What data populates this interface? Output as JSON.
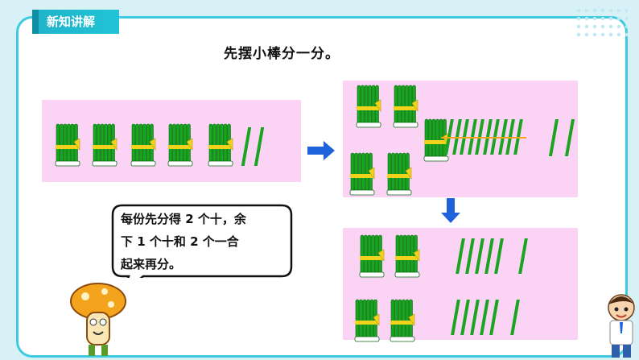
{
  "header": {
    "section_label": "新知讲解"
  },
  "instruction": "先摆小棒分一分。",
  "speech": {
    "line1": "每份先分得 2 个十，余",
    "line2": "下 1 个十和 2 个一合",
    "line3": "起来再分。"
  },
  "colors": {
    "panel": "#fbd3f5",
    "stick": "#1aa521",
    "arrow": "#1e62dc",
    "border": "#3ccbe3"
  },
  "icons": [
    "bundle-of-ten-icon",
    "single-stick-icon",
    "right-arrow-icon",
    "down-arrow-icon",
    "mushroom-character",
    "boy-character"
  ]
}
